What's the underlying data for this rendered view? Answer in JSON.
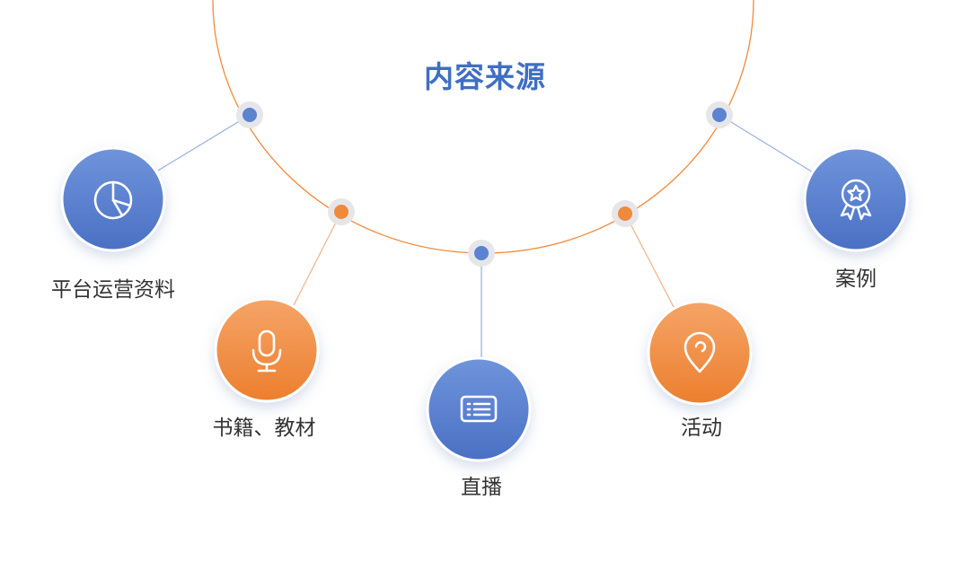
{
  "diagram": {
    "title": "内容来源",
    "colors": {
      "blue": "#4a76c8",
      "blue_light": "#6f94db",
      "orange": "#ef8a3c",
      "orange_light": "#f5a468",
      "arc": "#f08a3a",
      "title": "#3f6fc4",
      "connector_blue": "#9db3df",
      "connector_orange": "#f5b58a",
      "dot_ring": "#e6e6ea"
    },
    "nodes": [
      {
        "id": "platform",
        "label": "平台运营资料",
        "color": "blue",
        "icon": "pie-chart-icon"
      },
      {
        "id": "books",
        "label": "书籍、教材",
        "color": "orange",
        "icon": "microphone-icon"
      },
      {
        "id": "live",
        "label": "直播",
        "color": "blue",
        "icon": "list-icon"
      },
      {
        "id": "activity",
        "label": "活动",
        "color": "orange",
        "icon": "location-pin-icon"
      },
      {
        "id": "cases",
        "label": "案例",
        "color": "blue",
        "icon": "award-badge-icon"
      }
    ]
  }
}
